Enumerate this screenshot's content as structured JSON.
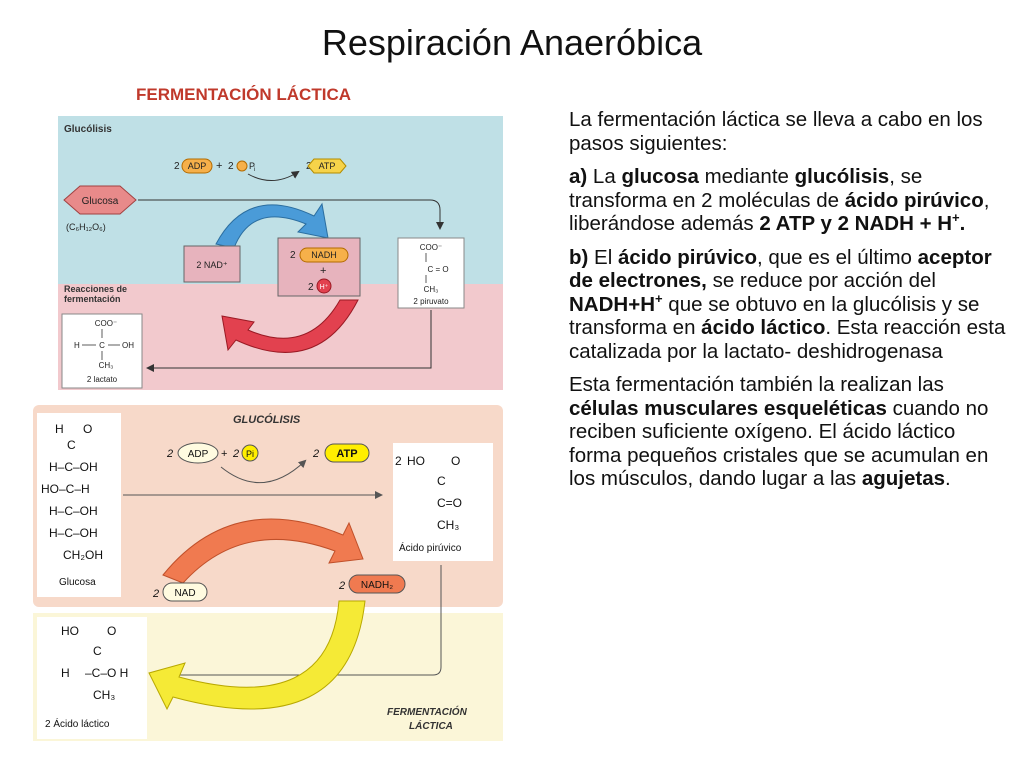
{
  "slide": {
    "title": "Respiración Anaeróbica"
  },
  "text": {
    "intro": "La fermentación láctica se lleva a cabo en los pasos siguientes:",
    "a": {
      "p1": "a)",
      "p2": " La ",
      "p3": "glucosa",
      "p4": " mediante ",
      "p5": "glucólisis",
      "p6": ", se transforma en 2 moléculas de ",
      "p7": "ácido pirúvico",
      "p8": ", liberándose además ",
      "p9": "2 ATP y 2 NADH + H",
      "p10": "+",
      "p11": "."
    },
    "b": {
      "p1": "b)",
      "p2": " El ",
      "p3": "ácido pirúvico",
      "p4": ", que es el último ",
      "p5": "aceptor de electrones,",
      "p6": " se reduce por acción del ",
      "p7": "NADH+H",
      "p8": "+",
      "p9": " que se obtuvo en la glucólisis y se transforma en ",
      "p10": "ácido láctico",
      "p11": ". Esta reacción esta catalizada por la lactato- deshidrogenasa"
    },
    "c": {
      "p1": "Esta fermentación también la realizan las ",
      "p2": "células musculares esqueléticas",
      "p3": " cuando no reciben suficiente oxígeno. El ácido láctico forma pequeños cristales que se acumulan en los músculos, dando lugar a las ",
      "p4": "agujetas",
      "p5": "."
    }
  },
  "diagram1": {
    "header": "FERMENTACIÓN LÁCTICA",
    "glycolysis_label": "Glucólisis",
    "adp_coef": "2",
    "adp": "ADP",
    "plus": "+",
    "pi_coef": "2",
    "pi": "P",
    "pi_sub": "i",
    "atp_coef": "2",
    "atp": "ATP",
    "glucose": "Glucosa",
    "glucose_formula": "(C₆H₁₂O₆)",
    "nad": "2 NAD⁺",
    "nadh_coef": "2",
    "nadh": "NADH",
    "plus2": "+",
    "h_coef": "2",
    "h": "H⁺",
    "pyruvate_coo": "COO⁻",
    "pyruvate_co": "C = O",
    "pyruvate_ch3": "CH₃",
    "pyruvate_name": "2 piruvato",
    "ferm_label_1": "Reacciones de",
    "ferm_label_2": "fermentación",
    "lactate_coo": "COO⁻",
    "lactate_h": "H",
    "lactate_c": "C",
    "lactate_oh": "OH",
    "lactate_ch3": "CH₃",
    "lactate_name": "2 lactato",
    "colors": {
      "top_bg": "#bfe0e6",
      "bottom_bg": "#f2c9cd",
      "header": "#c0392b",
      "blue_arrow": "#4a9bd8",
      "red_arrow": "#e2414f"
    }
  },
  "diagram2": {
    "glycolysis_label": "GLUCÓLISIS",
    "adp_coef": "2",
    "adp": "ADP",
    "plus": "+",
    "pi_coef": "2",
    "pi": "Pi",
    "atp_coef": "2",
    "atp": "ATP",
    "glucose": {
      "r1a": "H",
      "r1b": "O",
      "r1c": "C",
      "r2": "H–C–OH",
      "r3": "HO–C–H",
      "r4": "H–C–OH",
      "r5": "H–C–OH",
      "r6": "CH₂OH",
      "name": "Glucosa"
    },
    "pyruvic": {
      "coef": "2",
      "ho": "HO",
      "o": "O",
      "c1": "C",
      "c2": "C=O",
      "ch3": "CH₃",
      "name": "Ácido pirúvico"
    },
    "nad_coef": "2",
    "nad": "NAD",
    "nadh2_coef": "2",
    "nadh2": "NADH₂",
    "lactic": {
      "ho": "HO",
      "o": "O",
      "c": "C",
      "h": "H",
      "cohh": "–C–O H",
      "ch3": "CH₃",
      "name": "2 Ácido láctico"
    },
    "ferm_label_1": "FERMENTACIÓN",
    "ferm_label_2": "LÁCTICA",
    "colors": {
      "top_bg": "#f7d9c9",
      "bottom_bg": "#fbf6d8",
      "orange_arrow": "#f07a50",
      "yellow_arrow": "#f5ea36",
      "atp": "#ffee00"
    }
  }
}
